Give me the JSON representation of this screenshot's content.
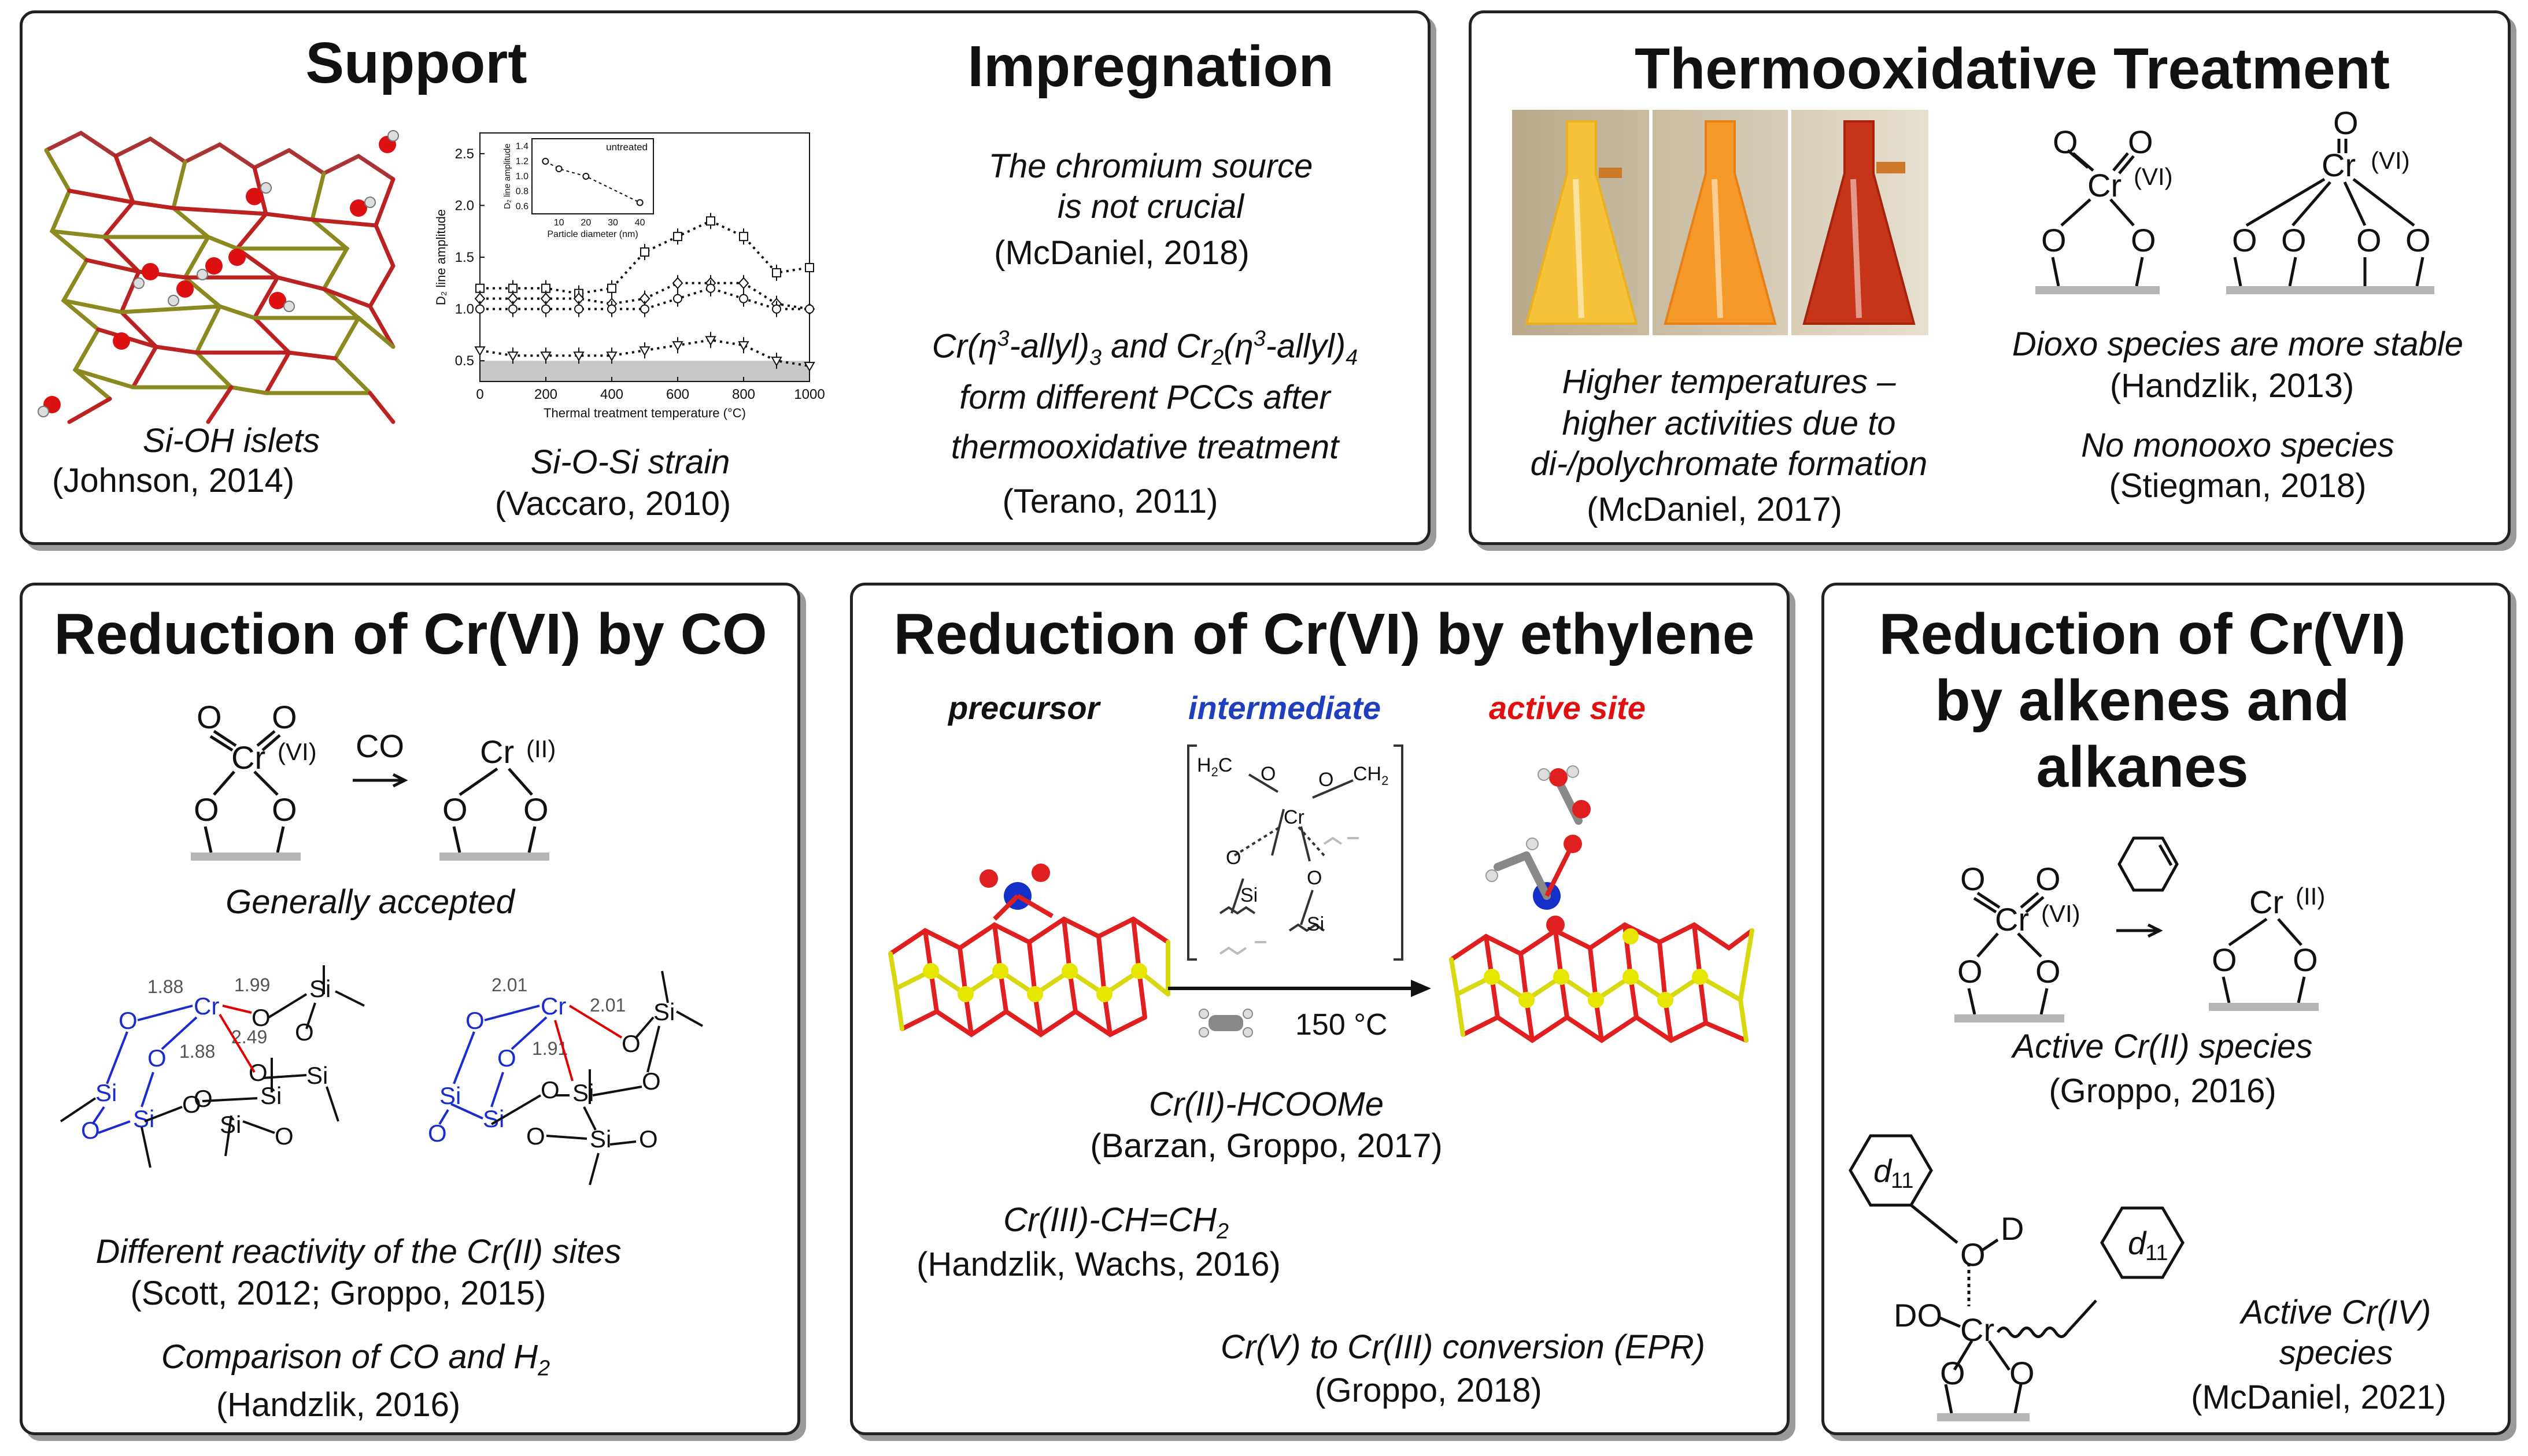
{
  "colors": {
    "blue_label": "#1f3fbf",
    "red_label": "#e01010",
    "bond_blue": "#1a2ccc",
    "bond_red": "#e00000",
    "silica_red": "#dd1f1f",
    "silica_yellow": "#d6d600",
    "support_grey": "#b5b5b5"
  },
  "support": {
    "title": "Support",
    "cap1_text": "Si-OH islets",
    "cap1_ref": "(Johnson, 2014)",
    "cap2_text": "Si-O-Si strain",
    "cap2_ref": "(Vaccaro, 2010)"
  },
  "impregnation": {
    "title": "Impregnation",
    "text1_l1": "The chromium source",
    "text1_l2": "is not crucial",
    "ref1": "(McDaniel, 2018)",
    "text2_l2": "form different PCCs after",
    "text2_l3": "thermooxidative treatment",
    "ref2": "(Terano, 2011)"
  },
  "thermo": {
    "title": "Thermooxidative Treatment",
    "cap_l1": "Higher temperatures –",
    "cap_l2": "higher activities due to",
    "cap_l3": "di-/polychromate formation",
    "cap_ref": "(McDaniel, 2017)",
    "dioxo": "Dioxo species are more stable",
    "dioxo_ref": "(Handzlik, 2013)",
    "mono": "No monooxo species",
    "mono_ref": "(Stiegman, 2018)"
  },
  "co_panel": {
    "title": "Reduction of Cr(VI) by CO",
    "reagent": "CO",
    "accepted": "Generally accepted",
    "different": "Different reactivity of the Cr(II) sites",
    "different_ref": "(Scott, 2012; Groppo, 2015)",
    "compare_pre": "Comparison of CO and H",
    "compare_sub": "2",
    "compare_ref": "(Handzlik, 2016)"
  },
  "ethylene": {
    "title": "Reduction of Cr(VI) by ethylene",
    "precursor": "precursor",
    "intermediate": "intermediate",
    "active_site": "active site",
    "temperature": "150 °C",
    "hcoome": "Cr(II)-HCOOMe",
    "hcoome_ref": "(Barzan, Groppo, 2017)",
    "vinyl": "Cr(III)-CH=CH",
    "vinyl_sub": "2",
    "vinyl_ref": "(Handzlik, Wachs, 2016)",
    "epr": "Cr(V) to Cr(III) conversion (EPR)",
    "epr_ref": "(Groppo, 2018)"
  },
  "alkenes": {
    "title_l1": "Reduction of Cr(VI)",
    "title_l2": "by alkenes and",
    "title_l3": "alkanes",
    "active2": "Active Cr(II) species",
    "active2_ref": "(Groppo, 2016)",
    "active4_l1": "Active Cr(IV)",
    "active4_l2": "species",
    "active4_ref": "(McDaniel, 2021)"
  },
  "chart_data": {
    "type": "scatter",
    "xlabel": "Thermal treatment temperature (°C)",
    "ylabel": "D₂ line amplitude",
    "xticks": [
      0,
      200,
      400,
      600,
      800,
      1000
    ],
    "yticks": [
      0.5,
      1.0,
      1.5,
      2.0,
      2.5
    ],
    "xlim": [
      0,
      1000
    ],
    "ylim": [
      0.3,
      2.7
    ],
    "series": [
      {
        "marker": "square",
        "x": [
          0,
          100,
          200,
          300,
          400,
          500,
          600,
          700,
          800,
          900,
          1000
        ],
        "values": [
          1.2,
          1.2,
          1.2,
          1.15,
          1.2,
          1.55,
          1.7,
          1.85,
          1.7,
          1.35,
          1.4
        ]
      },
      {
        "marker": "diamond",
        "x": [
          0,
          100,
          200,
          300,
          400,
          500,
          600,
          700,
          800,
          900,
          1000
        ],
        "values": [
          1.1,
          1.1,
          1.1,
          1.1,
          1.05,
          1.1,
          1.25,
          1.25,
          1.25,
          1.05,
          1.0
        ]
      },
      {
        "marker": "circle",
        "x": [
          0,
          100,
          200,
          300,
          400,
          500,
          600,
          700,
          800,
          900,
          1000
        ],
        "values": [
          1.0,
          1.0,
          1.0,
          1.0,
          1.0,
          1.0,
          1.1,
          1.2,
          1.1,
          1.0,
          1.0
        ]
      },
      {
        "marker": "triangle",
        "x": [
          0,
          100,
          200,
          300,
          400,
          500,
          600,
          700,
          800,
          900,
          1000
        ],
        "values": [
          0.6,
          0.55,
          0.55,
          0.55,
          0.55,
          0.6,
          0.65,
          0.7,
          0.65,
          0.5,
          0.45
        ]
      }
    ],
    "inset": {
      "legend": "untreated",
      "xlabel": "Particle diameter (nm)",
      "ylabel": "D₂ line amplitude",
      "xticks": [
        10,
        20,
        30,
        40
      ],
      "yticks": [
        0.6,
        0.8,
        1.0,
        1.2,
        1.4
      ],
      "x": [
        5,
        10,
        20,
        40
      ],
      "values": [
        1.2,
        1.1,
        1.0,
        0.65
      ]
    }
  }
}
